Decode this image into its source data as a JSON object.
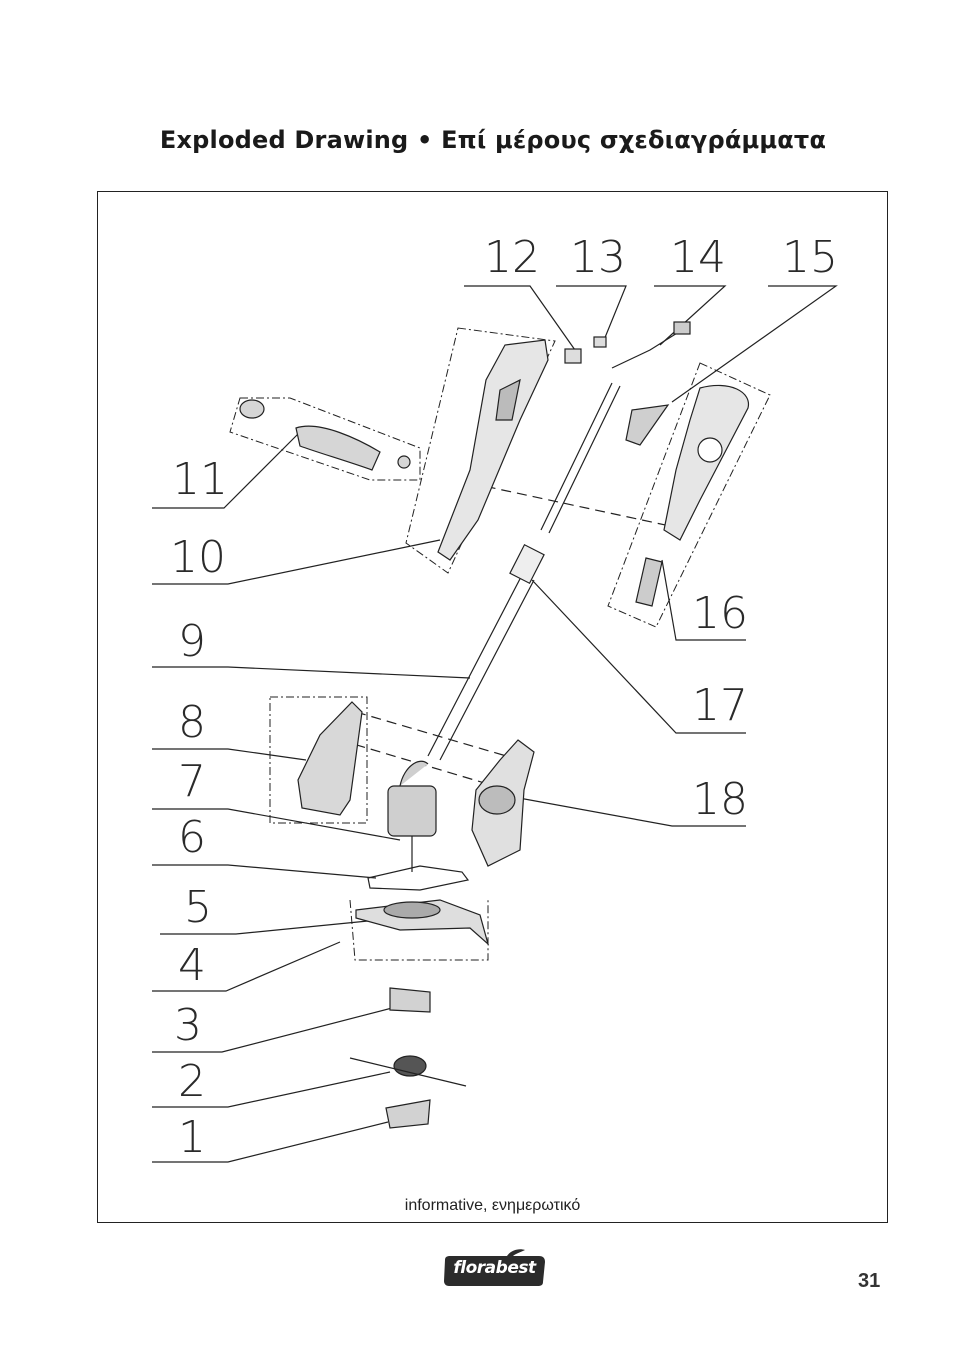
{
  "title": "Exploded Drawing • Επί μέρους σχεδιαγράμματα",
  "caption": "informative, ενημερωτικό",
  "brand": "florabest",
  "page_number": "31",
  "part_labels": {
    "p1": "1",
    "p2": "2",
    "p3": "3",
    "p4": "4",
    "p5": "5",
    "p6": "6",
    "p7": "7",
    "p8": "8",
    "p9": "9",
    "p10": "10",
    "p11": "11",
    "p12": "12",
    "p13": "13",
    "p14": "14",
    "p15": "15",
    "p16": "16",
    "p17": "17",
    "p18": "18"
  }
}
